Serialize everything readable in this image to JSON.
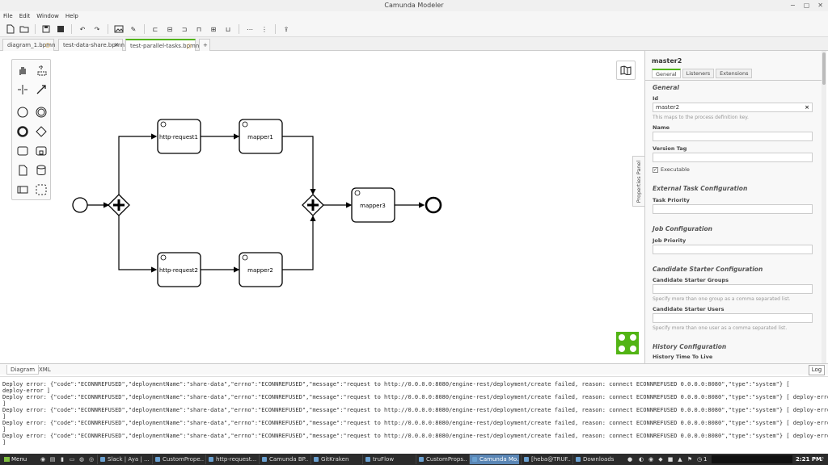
{
  "window": {
    "title": "Camunda Modeler"
  },
  "menu": [
    "File",
    "Edit",
    "Window",
    "Help"
  ],
  "tabs": [
    {
      "label": "diagram_1.bpmn",
      "mark": "○"
    },
    {
      "label": "test-data-share.bpmn",
      "mark": "✕"
    },
    {
      "label": "test-parallel-tasks.bpmn",
      "mark": "○"
    },
    {
      "label": "+",
      "mark": ""
    }
  ],
  "diagram": {
    "tasks": {
      "http_request1": "http-request1",
      "mapper1": "mapper1",
      "mapper3": "mapper3",
      "http_request2": "http-request2",
      "mapper2": "mapper2"
    }
  },
  "panel_toggle": "Properties Panel",
  "properties": {
    "title": "master2",
    "tabs": [
      "General",
      "Listeners",
      "Extensions"
    ],
    "general_heading": "General",
    "id_label": "Id",
    "id_value": "master2",
    "id_hint": "This maps to the process definition key.",
    "name_label": "Name",
    "version_label": "Version Tag",
    "executable_label": "Executable",
    "ext_heading": "External Task Configuration",
    "task_priority_label": "Task Priority",
    "job_heading": "Job Configuration",
    "job_priority_label": "Job Priority",
    "cand_heading": "Candidate Starter Configuration",
    "cand_groups_label": "Candidate Starter Groups",
    "cand_groups_hint": "Specify more than one group as a comma separated list.",
    "cand_users_label": "Candidate Starter Users",
    "cand_users_hint": "Specify more than one user as a comma separated list.",
    "history_heading": "History Configuration",
    "history_ttl_label": "History Time To Live"
  },
  "bottom_tabs": [
    "Diagram",
    "XML"
  ],
  "log_button": "Log",
  "log_lines": [
    "Deploy error: {\"code\":\"ECONNREFUSED\",\"deploymentName\":\"share-data\",\"errno\":\"ECONNREFUSED\",\"message\":\"request to http://0.0.0.0:8080/engine-rest/deployment/create failed, reason: connect ECONNREFUSED 0.0.0.0:8080\",\"type\":\"system\"} [",
    "deploy-error ]",
    "Deploy error: {\"code\":\"ECONNREFUSED\",\"deploymentName\":\"share-data\",\"errno\":\"ECONNREFUSED\",\"message\":\"request to http://0.0.0.0:8080/engine-rest/deployment/create failed, reason: connect ECONNREFUSED 0.0.0.0:8080\",\"type\":\"system\"} [ deploy-error",
    "]",
    "Deploy error: {\"code\":\"ECONNREFUSED\",\"deploymentName\":\"share-data\",\"errno\":\"ECONNREFUSED\",\"message\":\"request to http://0.0.0.0:8080/engine-rest/deployment/create failed, reason: connect ECONNREFUSED 0.0.0.0:8080\",\"type\":\"system\"} [ deploy-error",
    "]",
    "Deploy error: {\"code\":\"ECONNREFUSED\",\"deploymentName\":\"share-data\",\"errno\":\"ECONNREFUSED\",\"message\":\"request to http://0.0.0.0:8080/engine-rest/deployment/create failed, reason: connect ECONNREFUSED 0.0.0.0:8080\",\"type\":\"system\"} [ deploy-error",
    "]",
    "Deploy error: {\"code\":\"ECONNREFUSED\",\"deploymentName\":\"share-data\",\"errno\":\"ECONNREFUSED\",\"message\":\"request to http://0.0.0.0:8080/engine-rest/deployment/create failed, reason: connect ECONNREFUSED 0.0.0.0:8080\",\"type\":\"system\"} [ deploy-error",
    "]"
  ],
  "taskbar": {
    "menu": "Menu",
    "items": [
      "Slack | Aya | ...",
      "CustomPrope...",
      "http-request...",
      "Camunda BP...",
      "GitKraken",
      "truFlow",
      "CustomProps...",
      "Camunda Mo...",
      "[heba@TRUF...",
      "Downloads"
    ],
    "clock": "2:21 PM",
    "tray_count": "1"
  },
  "colors": {
    "accent": "#52b415",
    "taskbar": "#2b2b2b",
    "active_taskbar": "#5a86b5"
  }
}
